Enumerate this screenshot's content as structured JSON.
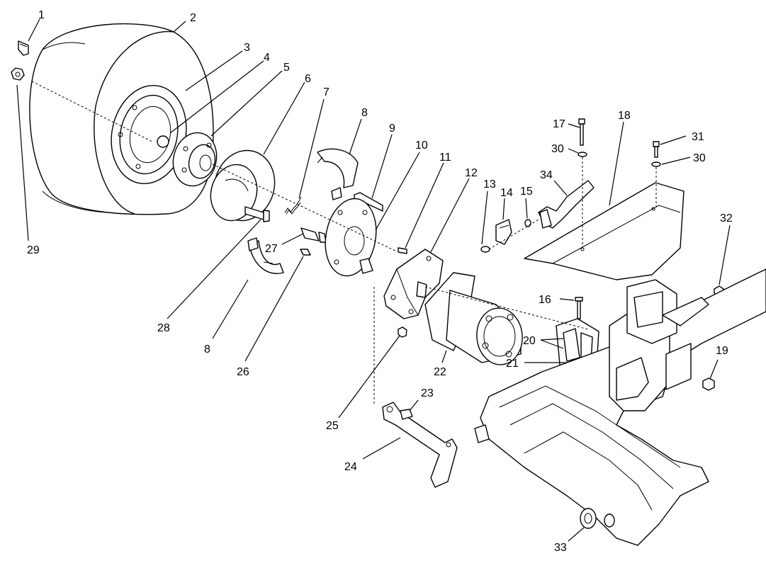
{
  "callouts": [
    {
      "id": "c1",
      "label": "1"
    },
    {
      "id": "c2",
      "label": "2"
    },
    {
      "id": "c3",
      "label": "3"
    },
    {
      "id": "c4",
      "label": "4"
    },
    {
      "id": "c5",
      "label": "5"
    },
    {
      "id": "c6",
      "label": "6"
    },
    {
      "id": "c7",
      "label": "7"
    },
    {
      "id": "c8a",
      "label": "8"
    },
    {
      "id": "c9",
      "label": "9"
    },
    {
      "id": "c10",
      "label": "10"
    },
    {
      "id": "c11",
      "label": "11"
    },
    {
      "id": "c12",
      "label": "12"
    },
    {
      "id": "c13",
      "label": "13"
    },
    {
      "id": "c14",
      "label": "14"
    },
    {
      "id": "c15",
      "label": "15"
    },
    {
      "id": "c17",
      "label": "17"
    },
    {
      "id": "c18",
      "label": "18"
    },
    {
      "id": "c31",
      "label": "31"
    },
    {
      "id": "c30a",
      "label": "30"
    },
    {
      "id": "c30b",
      "label": "30"
    },
    {
      "id": "c34",
      "label": "34"
    },
    {
      "id": "c32",
      "label": "32"
    },
    {
      "id": "c29",
      "label": "29"
    },
    {
      "id": "c27",
      "label": "27"
    },
    {
      "id": "c28",
      "label": "28"
    },
    {
      "id": "c8b",
      "label": "8"
    },
    {
      "id": "c26",
      "label": "26"
    },
    {
      "id": "c16",
      "label": "16"
    },
    {
      "id": "c20",
      "label": "20"
    },
    {
      "id": "c21",
      "label": "21"
    },
    {
      "id": "c19",
      "label": "19"
    },
    {
      "id": "c22",
      "label": "22"
    },
    {
      "id": "c25",
      "label": "25"
    },
    {
      "id": "c23",
      "label": "23"
    },
    {
      "id": "c24",
      "label": "24"
    },
    {
      "id": "c33",
      "label": "33"
    }
  ]
}
